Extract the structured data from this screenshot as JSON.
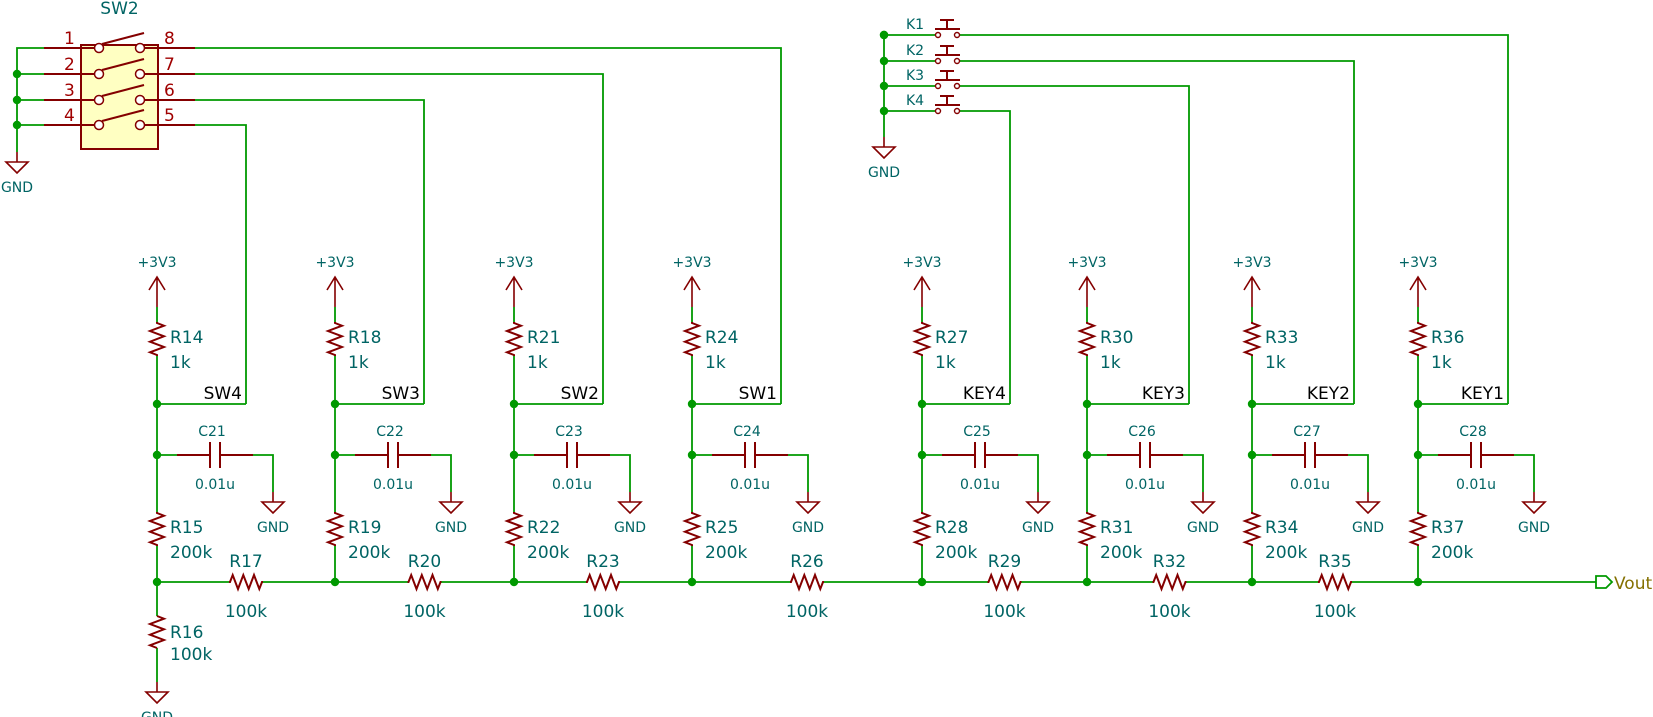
{
  "colors": {
    "wire": "#009900",
    "component": "#840000",
    "reference_text": "#006464",
    "net_label_text": "#000000",
    "pin_number_text": "#a00000",
    "port": "#847000"
  },
  "dip_switch": {
    "ref": "SW2",
    "pins_left": [
      "1",
      "2",
      "3",
      "4"
    ],
    "pins_right": [
      "8",
      "7",
      "6",
      "5"
    ]
  },
  "keys": {
    "labels": [
      "K1",
      "K2",
      "K3",
      "K4"
    ],
    "gnd": "GND"
  },
  "dip_gnd": "GND",
  "stages": [
    {
      "pullup": "R14",
      "pullup_val": "1k",
      "net": "SW4",
      "cap": "C21",
      "cap_val": "0.01u",
      "shunt": "R15",
      "shunt_val": "200k",
      "series": "R17",
      "series_val": "100k",
      "supply": "+3V3",
      "gnd": "GND"
    },
    {
      "pullup": "R18",
      "pullup_val": "1k",
      "net": "SW3",
      "cap": "C22",
      "cap_val": "0.01u",
      "shunt": "R19",
      "shunt_val": "200k",
      "series": "R20",
      "series_val": "100k",
      "supply": "+3V3",
      "gnd": "GND"
    },
    {
      "pullup": "R21",
      "pullup_val": "1k",
      "net": "SW2",
      "cap": "C23",
      "cap_val": "0.01u",
      "shunt": "R22",
      "shunt_val": "200k",
      "series": "R23",
      "series_val": "100k",
      "supply": "+3V3",
      "gnd": "GND"
    },
    {
      "pullup": "R24",
      "pullup_val": "1k",
      "net": "SW1",
      "cap": "C24",
      "cap_val": "0.01u",
      "shunt": "R25",
      "shunt_val": "200k",
      "series": "R26",
      "series_val": "100k",
      "supply": "+3V3",
      "gnd": "GND"
    },
    {
      "pullup": "R27",
      "pullup_val": "1k",
      "net": "KEY4",
      "cap": "C25",
      "cap_val": "0.01u",
      "shunt": "R28",
      "shunt_val": "200k",
      "series": "R29",
      "series_val": "100k",
      "supply": "+3V3",
      "gnd": "GND"
    },
    {
      "pullup": "R30",
      "pullup_val": "1k",
      "net": "KEY3",
      "cap": "C26",
      "cap_val": "0.01u",
      "shunt": "R31",
      "shunt_val": "200k",
      "series": "R32",
      "series_val": "100k",
      "supply": "+3V3",
      "gnd": "GND"
    },
    {
      "pullup": "R33",
      "pullup_val": "1k",
      "net": "KEY2",
      "cap": "C27",
      "cap_val": "0.01u",
      "shunt": "R34",
      "shunt_val": "200k",
      "series": "R35",
      "series_val": "100k",
      "supply": "+3V3",
      "gnd": "GND"
    },
    {
      "pullup": "R36",
      "pullup_val": "1k",
      "net": "KEY1",
      "cap": "C28",
      "cap_val": "0.01u",
      "shunt": "R37",
      "shunt_val": "200k",
      "series": "",
      "series_val": "",
      "supply": "+3V3",
      "gnd": "GND"
    }
  ],
  "bottom_resistor": {
    "ref": "R16",
    "val": "100k",
    "gnd": "GND"
  },
  "output_port": "Vout"
}
